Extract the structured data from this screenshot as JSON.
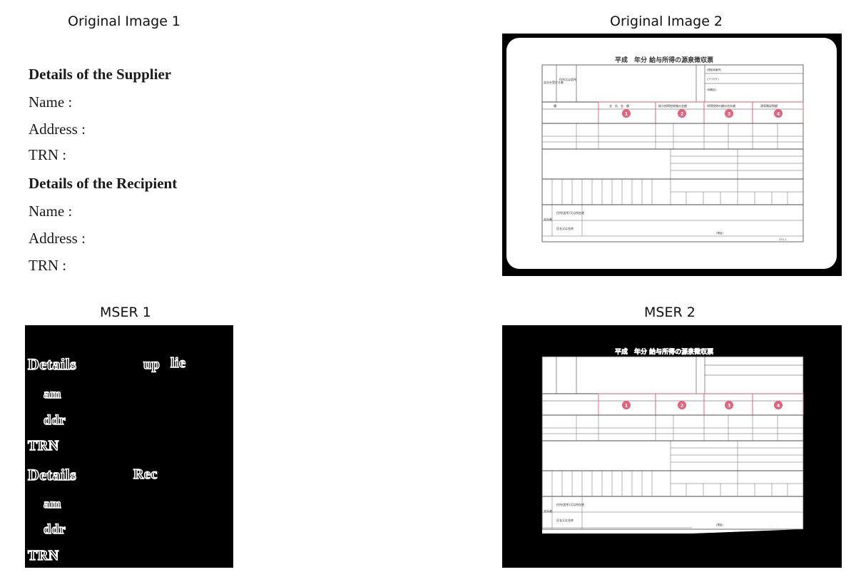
{
  "panels": {
    "original_1": "Original Image 1",
    "original_2": "Original Image 2",
    "mser_1": "MSER 1",
    "mser_2": "MSER 2"
  },
  "document_1": {
    "supplier_heading": "Details of the Supplier",
    "supplier_name": "Name :",
    "supplier_address": "Address :",
    "supplier_trn": "TRN :",
    "recipient_heading": "Details of the Recipient",
    "recipient_name": "Name :",
    "recipient_address": "Address :",
    "recipient_trn": "TRN :"
  },
  "mser_1_regions": {
    "w1": "Details",
    "w2": "up",
    "w3": "lie",
    "w4": "am",
    "w5": "ddr",
    "w6": "TRN",
    "w7": "Details",
    "w8": "Rec",
    "w9": "am",
    "w10": "ddr",
    "w11": "TRN"
  },
  "form": {
    "title": "平成　年分 給与所得の源泉徴収票",
    "marker_1": "1",
    "marker_2": "2",
    "marker_3": "3",
    "marker_4": "4",
    "payee_label": "支払を受ける者",
    "payee_sub": "住所又は居所",
    "kind_label": "種",
    "amount_label": "支　払　金　額",
    "after_deduction_label": "給与所得控除後の金額",
    "deduction_total_label": "所得控除の額の合計額",
    "withholding_label": "源泉徴収税額",
    "yen": "円",
    "payer_label": "支払者",
    "payer_address": "住所(居所)又は所在地",
    "payer_name": "氏名又は名称",
    "tel": "(電話)",
    "form_no": "375-1",
    "kana_label": "(フリガナ)",
    "role_label": "(役職名)",
    "recipient_no_label": "(受給者番号)"
  },
  "colors": {
    "marker": "#e8607a",
    "form_line": "#444444",
    "highlight_box": "#e8607a"
  }
}
